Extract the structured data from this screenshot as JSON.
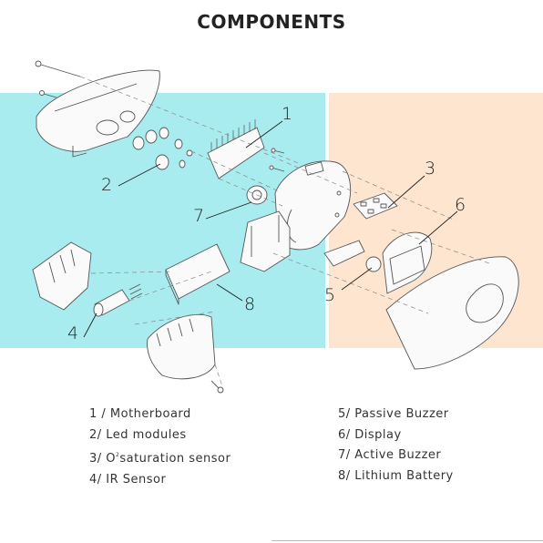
{
  "title": "COMPONENTS",
  "colors": {
    "left_panel": "#a9ecef",
    "right_panel": "#fde5d0"
  },
  "callouts": [
    "1",
    "2",
    "3",
    "4",
    "5",
    "6",
    "7",
    "8"
  ],
  "legend_left": [
    {
      "text": "1 / Motherboard"
    },
    {
      "text": "2/ Led modules"
    },
    {
      "text_before": "3/ O",
      "sup": "2",
      "text_after": "saturation sensor"
    },
    {
      "text": "4/ IR Sensor"
    }
  ],
  "legend_right": [
    {
      "text": "5/ Passive Buzzer"
    },
    {
      "text": "6/ Display"
    },
    {
      "text": "7/ Active Buzzer"
    },
    {
      "text": "8/ Lithium Battery"
    }
  ]
}
